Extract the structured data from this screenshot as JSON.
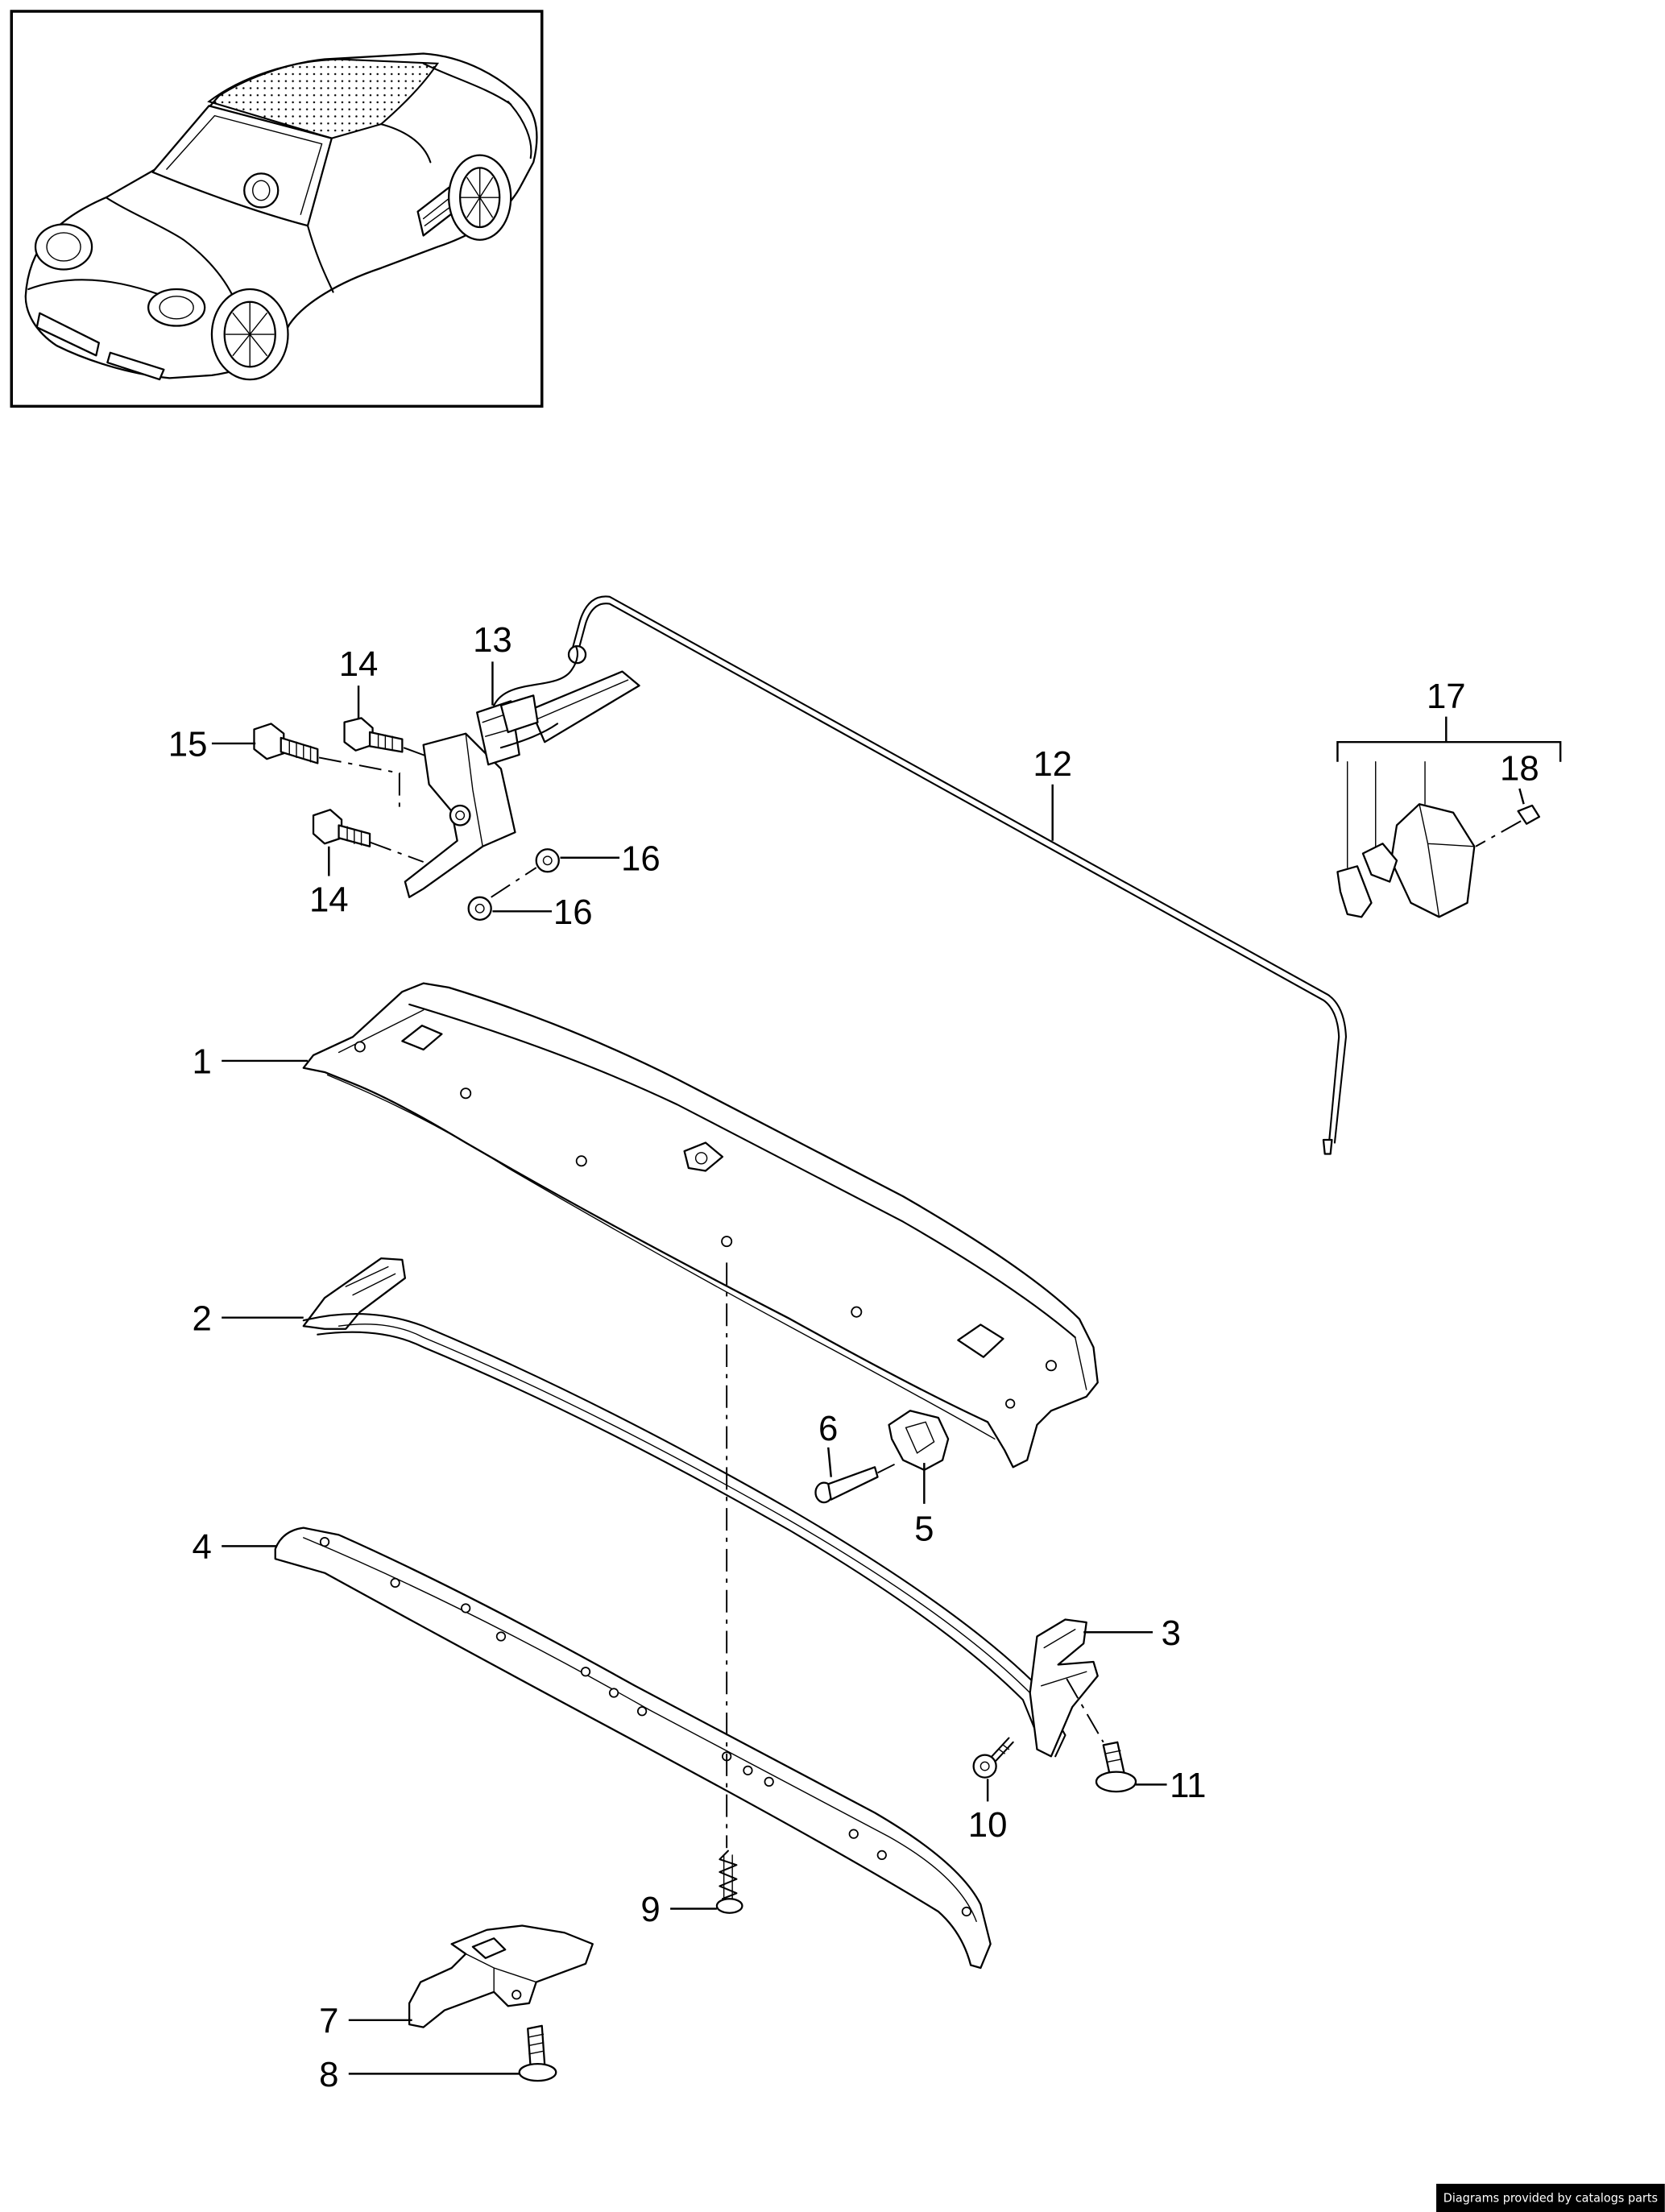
{
  "callouts": [
    "1",
    "2",
    "3",
    "4",
    "5",
    "6",
    "7",
    "8",
    "9",
    "10",
    "11",
    "12",
    "13",
    "14",
    "14",
    "15",
    "16",
    "16",
    "17",
    "18"
  ],
  "footer": {
    "credit": "Diagrams provided by catalogs parts"
  },
  "colors": {
    "line": "#000000",
    "background": "#ffffff",
    "footer_background": "#000000",
    "footer_text": "#ffffff"
  }
}
